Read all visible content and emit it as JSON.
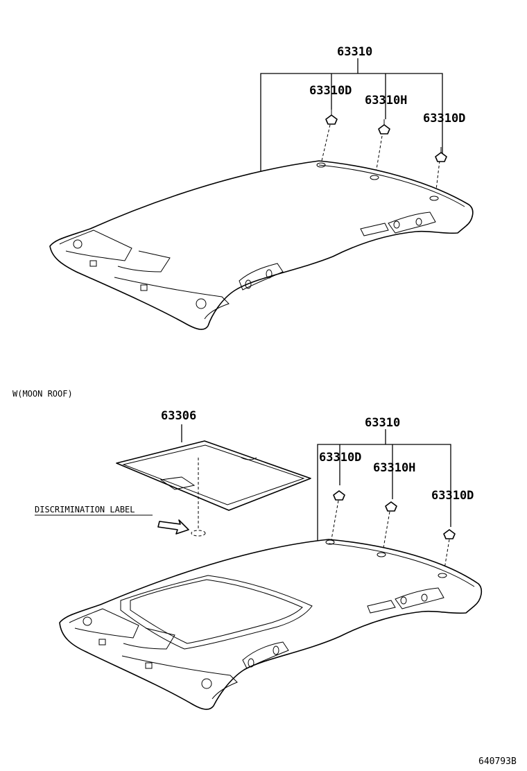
{
  "top": {
    "assembly": "63310",
    "clip_left": "63310D",
    "clip_mid": "63310H",
    "clip_right": "63310D"
  },
  "bottom": {
    "variant": "W(MOON ROOF)",
    "panel": "63306",
    "assembly": "63310",
    "clip_left": "63310D",
    "clip_mid": "63310H",
    "clip_right": "63310D",
    "label_callout": "DISCRIMINATION LABEL"
  },
  "figure_number": "640793B"
}
